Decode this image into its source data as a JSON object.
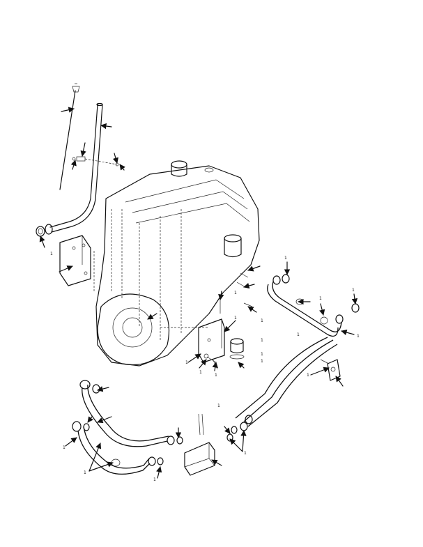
{
  "diagram": {
    "callouts": [
      "1",
      "1",
      "1",
      "1",
      "1",
      "1",
      "1",
      "1",
      "1",
      "1",
      "1",
      "1",
      "1",
      "1",
      "1",
      "1",
      "1",
      "1",
      "1",
      "1",
      "1"
    ]
  },
  "icons": {
    "arrow": "arrowhead-icon"
  }
}
